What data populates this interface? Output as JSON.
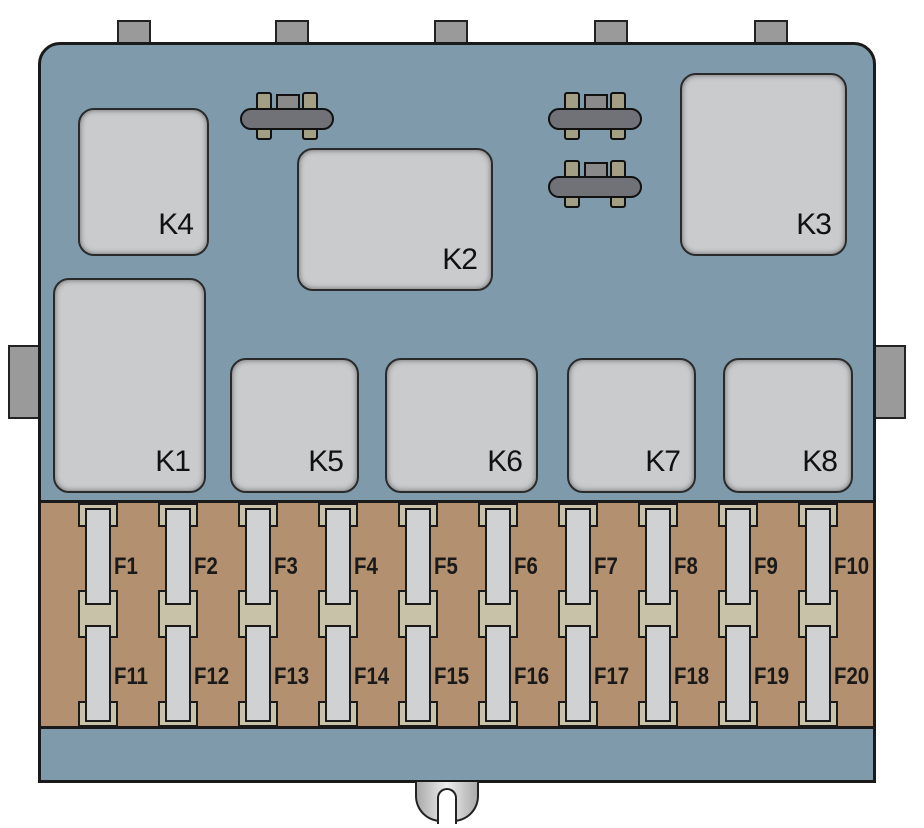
{
  "relays": {
    "k1": "K1",
    "k2": "K2",
    "k3": "K3",
    "k4": "K4",
    "k5": "K5",
    "k6": "K6",
    "k7": "K7",
    "k8": "K8"
  },
  "fuses": {
    "top": [
      "F1",
      "F2",
      "F3",
      "F4",
      "F5",
      "F6",
      "F7",
      "F8",
      "F9",
      "F10"
    ],
    "bottom": [
      "F11",
      "F12",
      "F13",
      "F14",
      "F15",
      "F16",
      "F17",
      "F18",
      "F19",
      "F20"
    ]
  },
  "colors": {
    "housing": "#7f9aab",
    "fuse_bank": "#b3906f",
    "relay": "#c9cbcd"
  }
}
